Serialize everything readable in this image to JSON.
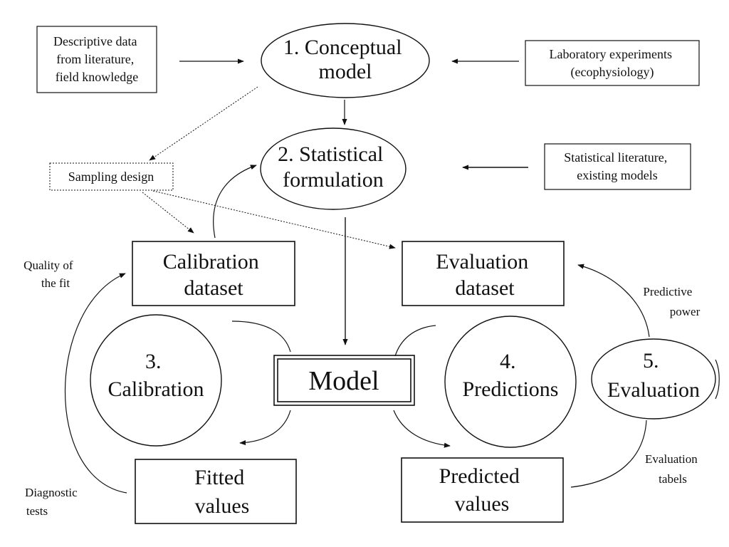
{
  "inputs": {
    "descriptive": [
      "Descriptive data",
      "from literature,",
      "field knowledge"
    ],
    "laboratory": [
      "Laboratory  experiments",
      "(ecophysiology)"
    ],
    "statistical_literature": [
      "Statistical literature,",
      "existing models"
    ],
    "sampling_design": "Sampling design"
  },
  "steps": {
    "conceptual": [
      "1. Conceptual",
      "model"
    ],
    "statistical": [
      "2. Statistical",
      "formulation"
    ],
    "calibration": [
      "3.",
      "Calibration"
    ],
    "predictions": [
      "4.",
      "Predictions"
    ],
    "evaluation": [
      "5.",
      "Evaluation"
    ]
  },
  "datasets": {
    "calibration": [
      "Calibration",
      "dataset"
    ],
    "evaluation": [
      "Evaluation",
      "dataset"
    ],
    "fitted": [
      "Fitted",
      "values"
    ],
    "predicted": [
      "Predicted",
      "values"
    ]
  },
  "model": "Model",
  "annotations": {
    "quality": [
      "Quality of",
      "the fit"
    ],
    "diagnostic": [
      "Diagnostic",
      "tests"
    ],
    "predictive": [
      "Predictive",
      "power"
    ],
    "evaluation_tables": [
      "Evaluation",
      "tabels"
    ]
  },
  "colors": {
    "ink": "#111111",
    "background": "#ffffff"
  }
}
